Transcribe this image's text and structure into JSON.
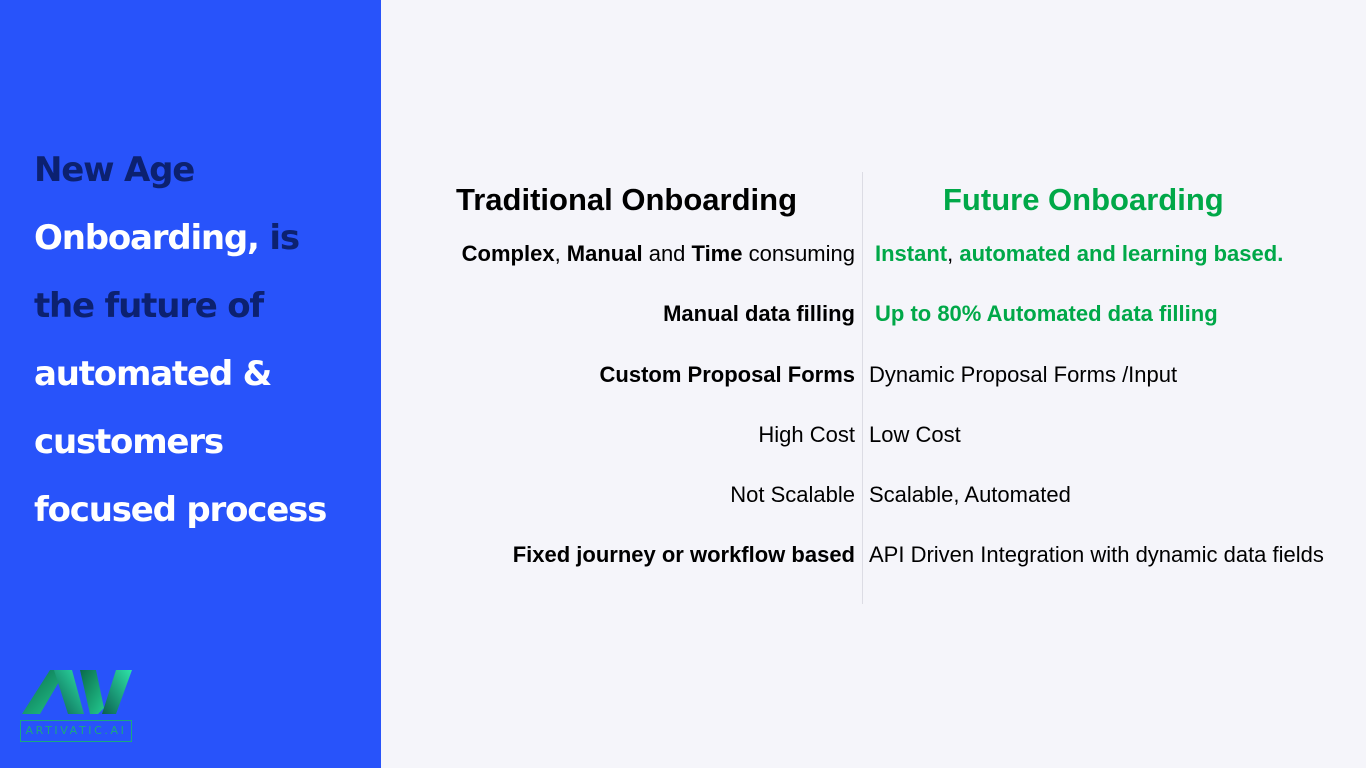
{
  "headline": {
    "l1": "New  Age",
    "l2a": "Onboarding, ",
    "l2b": "is",
    "l3": "the future of",
    "l4": "automated &",
    "l5": "customers",
    "l6": "focused process"
  },
  "logo": {
    "caption": "ARTIVATIC.AI"
  },
  "columns": {
    "traditional": "Traditional Onboarding",
    "future": "Future Onboarding"
  },
  "rows": [
    {
      "left": {
        "a": "Complex",
        "b": ", ",
        "c": "Manual",
        "d": " and ",
        "e": "Time",
        "f": " consuming"
      },
      "right": {
        "a": "Instant",
        "b": ", ",
        "c": "automated and learning based."
      }
    },
    {
      "left": "Manual data filling",
      "right": "Up to 80% Automated data filling"
    },
    {
      "left": "Custom Proposal Forms",
      "right": "Dynamic Proposal Forms /Input"
    },
    {
      "left": "High Cost",
      "right": "Low Cost"
    },
    {
      "left": "Not Scalable",
      "right": "Scalable, Automated"
    },
    {
      "left": "Fixed journey or workflow based",
      "right": "API Driven Integration with dynamic data fields"
    }
  ],
  "colors": {
    "panel": "#2853fa",
    "headline_dark": "#0c2170",
    "future_green": "#00a848",
    "background": "#f5f5fa"
  }
}
